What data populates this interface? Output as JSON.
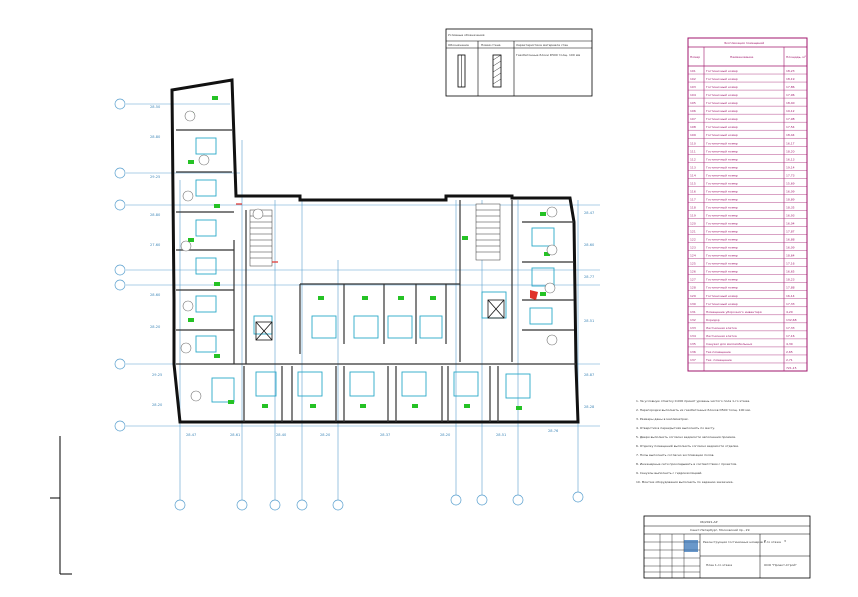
{
  "drawing": {
    "legend": {
      "title": "Условные обозначения",
      "headers": [
        "Обозначение",
        "Новая стена",
        "Характеристика материала стен"
      ],
      "description": "Газобетонные блоки D500 толщ. 100 мм"
    },
    "room_schedule": {
      "title": "Экспликация помещений",
      "headers": [
        "Номер",
        "Наименование",
        "Площадь, м²"
      ],
      "rows": [
        {
          "no": "101",
          "name": "Гостиничный номер",
          "area": "18,23"
        },
        {
          "no": "102",
          "name": "Гостиничный номер",
          "area": "18,19"
        },
        {
          "no": "103",
          "name": "Гостиничный номер",
          "area": "17,86"
        },
        {
          "no": "104",
          "name": "Гостиничный номер",
          "area": "17,96"
        },
        {
          "no": "105",
          "name": "Гостиничный номер",
          "area": "18,40"
        },
        {
          "no": "106",
          "name": "Гостиничный номер",
          "area": "19,12"
        },
        {
          "no": "107",
          "name": "Гостиничный номер",
          "area": "17,98"
        },
        {
          "no": "108",
          "name": "Гостиничный номер",
          "area": "17,54"
        },
        {
          "no": "109",
          "name": "Гостиничный номер",
          "area": "18,44"
        },
        {
          "no": "110",
          "name": "Гостиничный номер",
          "area": "16,17"
        },
        {
          "no": "111",
          "name": "Гостиничный номер",
          "area": "18,20"
        },
        {
          "no": "112",
          "name": "Гостиничный номер",
          "area": "16,13"
        },
        {
          "no": "113",
          "name": "Гостиничный номер",
          "area": "19,14"
        },
        {
          "no": "114",
          "name": "Гостиничный номер",
          "area": "17,73"
        },
        {
          "no": "115",
          "name": "Гостиничный номер",
          "area": "15,69"
        },
        {
          "no": "116",
          "name": "Гостиничный номер",
          "area": "16,09"
        },
        {
          "no": "117",
          "name": "Гостиничный номер",
          "area": "18,89"
        },
        {
          "no": "118",
          "name": "Гостиничный номер",
          "area": "18,35"
        },
        {
          "no": "119",
          "name": "Гостиничный номер",
          "area": "16,93"
        },
        {
          "no": "120",
          "name": "Гостиничный номер",
          "area": "16,04"
        },
        {
          "no": "121",
          "name": "Гостиничный номер",
          "area": "17,87"
        },
        {
          "no": "122",
          "name": "Гостиничный номер",
          "area": "16,88"
        },
        {
          "no": "123",
          "name": "Гостиничный номер",
          "area": "16,09"
        },
        {
          "no": "124",
          "name": "Гостиничный номер",
          "area": "18,64"
        },
        {
          "no": "125",
          "name": "Гостиничный номер",
          "area": "17,16"
        },
        {
          "no": "126",
          "name": "Гостиничный номер",
          "area": "16,65"
        },
        {
          "no": "127",
          "name": "Гостиничный номер",
          "area": "18,23"
        },
        {
          "no": "128",
          "name": "Гостиничный номер",
          "area": "17,88"
        },
        {
          "no": "129",
          "name": "Гостиничный номер",
          "area": "16,14"
        },
        {
          "no": "130",
          "name": "Гостиничный номер",
          "area": "17,33"
        },
        {
          "no": "131",
          "name": "Помещение уборочного инвентаря",
          "area": "4,20"
        },
        {
          "no": "132",
          "name": "Коридор",
          "area": "132,68"
        },
        {
          "no": "133",
          "name": "Лестничная клетка",
          "area": "17,33"
        },
        {
          "no": "134",
          "name": "Лестничная клетка",
          "area": "17,16"
        },
        {
          "no": "135",
          "name": "Санузел для маломобильных",
          "area": "4,30"
        },
        {
          "no": "136",
          "name": "Тех.помещение",
          "area": "2,65"
        },
        {
          "no": "137",
          "name": "Тех. помещение",
          "area": "2,71"
        },
        {
          "no": "",
          "name": "",
          "area": "721,15"
        }
      ]
    },
    "notes": [
      "1. За условную отметку 0.000 принят уровень чистого пола 1-го этажа.",
      "2. Перегородки выполнить из газобетонных блоков D500 толщ. 100 мм.",
      "3. Размеры даны в миллиметрах.",
      "4. Отверстия в перекрытиях выполнять по месту.",
      "5. Двери выполнить согласно ведомости заполнения проемов.",
      "6. Отделку помещений выполнить согласно ведомости отделки.",
      "7. Полы выполнить согласно экспликации полов.",
      "8. Инженерные сети прокладывать в соответствии с проектом.",
      "9. Санузлы выполнить с гидроизоляцией.",
      "10. Монтаж оборудования выполнить по заданию заказчика."
    ],
    "title_block": {
      "code": "06/2021-АР",
      "address": "Санкт-Петербург, Московский пр., 29",
      "sheet_title": "Реконструкция гостиничных номеров 1-го этажа",
      "plan_title": "План 1-го этажа",
      "stage": "П",
      "sheet": "3",
      "company": "ООО \"Проект-Строй\""
    }
  }
}
